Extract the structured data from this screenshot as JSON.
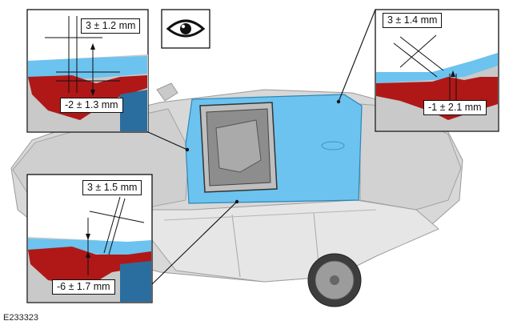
{
  "labels": {
    "top_left_gap": "3 ± 1.2 mm",
    "top_left_flush": "-2 ± 1.3 mm",
    "top_right_gap": "3 ± 1.4 mm",
    "top_right_flush": "-1 ± 2.1 mm",
    "bottom_left_gap": "3 ± 1.5 mm",
    "bottom_left_flush": "-6 ± 1.7 mm"
  },
  "reference_code": "E233323",
  "icons": {
    "view": "eye-icon"
  },
  "colors": {
    "panel_blue": "#6cc3ef",
    "body_grey": "#d9d9d9",
    "seal_red": "#b01818",
    "frame_black": "#111111"
  }
}
